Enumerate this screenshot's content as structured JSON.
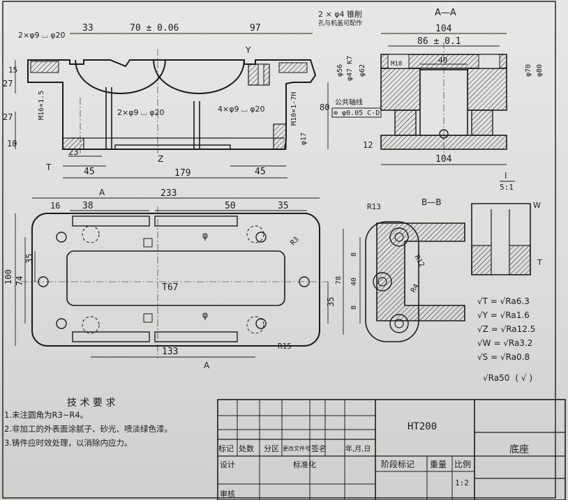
{
  "views": {
    "front": {
      "dims": {
        "top_left": "33",
        "top_mid": "70 ± 0.06",
        "top_right": "97",
        "bottom_left_45": "45",
        "bottom_overall": "179",
        "bottom_right_45": "45",
        "bottom_23": "23",
        "left_15": "15",
        "left_27a": "27",
        "left_27b": "27",
        "left_10": "10",
        "right_80": "80"
      },
      "notes": {
        "top_holes": "2 × φ4 锥削",
        "top_holes_sub": "孔与机盖可配作",
        "left_holes": "2×φ9 ⌴ φ20",
        "mid_holes": "2×φ9 ⌴ φ20",
        "right_holes": "4×φ9 ⌴ φ20",
        "left_thread": "M16×1.5",
        "right_thread": "M10×1-7H",
        "right_phi": "φ17",
        "tol_label": "公共轴线",
        "tol_value": "⊚ φ0.05 C-D",
        "section_A": "A",
        "rough_Z": "Z",
        "rough_Y": "Y",
        "rough_T": "T"
      }
    },
    "section_AA": {
      "title": "A—A",
      "dims": {
        "top": "104",
        "mid": "86 ± 0.1",
        "inner": "40",
        "bottom": "104",
        "bottom_12": "12",
        "d1": "φ56",
        "d2": "φ47 K7",
        "d3": "φ62",
        "d4": "φ70",
        "d5": "φ80",
        "thread": "M18"
      }
    },
    "plan": {
      "dims": {
        "overall": "233",
        "d16": "16",
        "d38": "38",
        "d50": "50",
        "d35": "35",
        "left_100": "100",
        "left_74": "74",
        "left_35": "35",
        "center": "T67",
        "bottom_133": "133",
        "right_35": "35",
        "r15": "R15",
        "r3": "R3",
        "phi": "φ",
        "label_A_top": "A",
        "label_A_bot": "A"
      }
    },
    "section_BB": {
      "title": "B—B",
      "dims": {
        "r13": "R13",
        "r12": "R12",
        "r4": "R4",
        "v8a": "8",
        "v40": "40",
        "v8b": "8",
        "v78": "78"
      }
    },
    "detail_I": {
      "title": "I",
      "scale": "5:1",
      "rough_W": "W",
      "rough_T": "T"
    }
  },
  "roughness": [
    {
      "sym": "T",
      "val": "Ra6.3"
    },
    {
      "sym": "Y",
      "val": "Ra1.6"
    },
    {
      "sym": "Z",
      "val": "Ra12.5"
    },
    {
      "sym": "W",
      "val": "Ra3.2"
    },
    {
      "sym": "S",
      "val": "Ra0.8"
    }
  ],
  "roughness_rest": {
    "val": "Ra50",
    "suffix": "( √ )"
  },
  "tech_req": {
    "title": "技 术 要 求",
    "items": [
      "1.未注圆角为R3~R4。",
      "2.非加工的外表面涂腻子、砂光、喷淡绿色漆。",
      "3.铸件应时效处理，以消除内应力。"
    ]
  },
  "title_block": {
    "material": "HT200",
    "part_name": "底座",
    "row_headers": [
      "标记",
      "处数",
      "分区",
      "更改文件号",
      "签名",
      "年,月,日"
    ],
    "design": "设计",
    "standard": "标准化",
    "stage_mark": "阶段标记",
    "weight": "重量",
    "scale_label": "比例",
    "scale_value": "1:2",
    "review": "审核"
  }
}
